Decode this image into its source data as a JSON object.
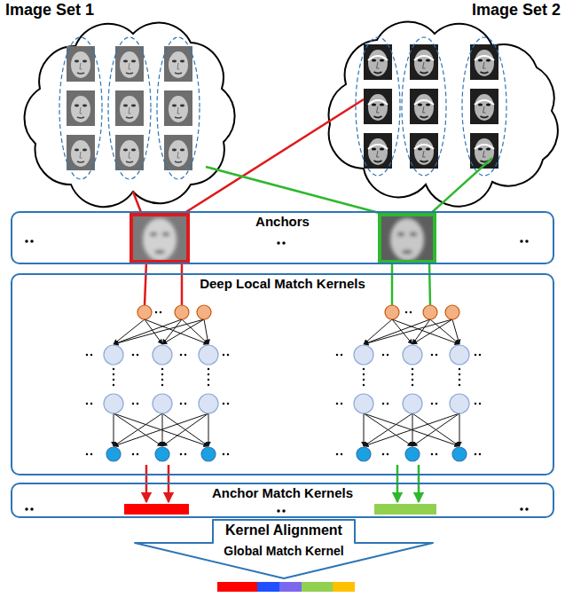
{
  "diagram": {
    "nodes": [
      {
        "text": [
          "Image Set 1"
        ]
      },
      {
        "text": [
          "Image Set 2"
        ]
      },
      {
        "text": [
          "Anchors"
        ]
      },
      {
        "text": [
          "Deep Local Match Kernels"
        ]
      },
      {
        "text": [
          "Anchor Match Kernels"
        ]
      },
      {
        "text": [
          "Kernel Alignment",
          "Global Match Kernel"
        ]
      }
    ]
  }
}
